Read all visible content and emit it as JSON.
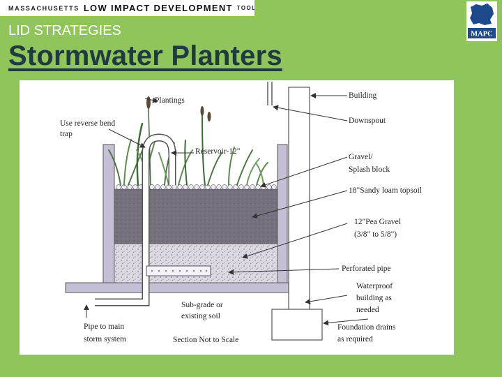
{
  "header": {
    "banner_part1": "MASSACHUSETTS",
    "banner_part2": "LOW IMPACT DEVELOPMENT",
    "banner_part3": "TOOLKIT",
    "logo_text": "MAPC",
    "subtitle": "LID STRATEGIES",
    "title": "Stormwater Planters"
  },
  "diagram": {
    "labels": {
      "plantings": "Plantings",
      "reverse_bend_1": "Use reverse bend",
      "reverse_bend_2": "trap",
      "reservoir": "Reservoir-12\"",
      "building": "Building",
      "downspout": "Downspout",
      "gravel_1": "Gravel/",
      "gravel_2": "Splash block",
      "topsoil": "18\"Sandy loam topsoil",
      "pea_gravel_1": "12\"Pea Gravel",
      "pea_gravel_2": "(3/8\" to 5/8\")",
      "perforated_pipe": "Perforated pipe",
      "waterproof_1": "Waterproof",
      "waterproof_2": "building as",
      "waterproof_3": "needed",
      "subgrade_1": "Sub-grade or",
      "subgrade_2": "existing soil",
      "pipe_main_1": "Pipe to main",
      "pipe_main_2": "storm system",
      "not_to_scale": "Section Not to Scale",
      "foundation_1": "Foundation drains",
      "foundation_2": "as required"
    }
  },
  "colors": {
    "background": "#8fc55a",
    "title": "#1f3b40",
    "planter_wall": "#c6c0d6",
    "topsoil": "#77717e",
    "gravel": "#dcd9e3",
    "logo_blue": "#1e4a8c"
  }
}
